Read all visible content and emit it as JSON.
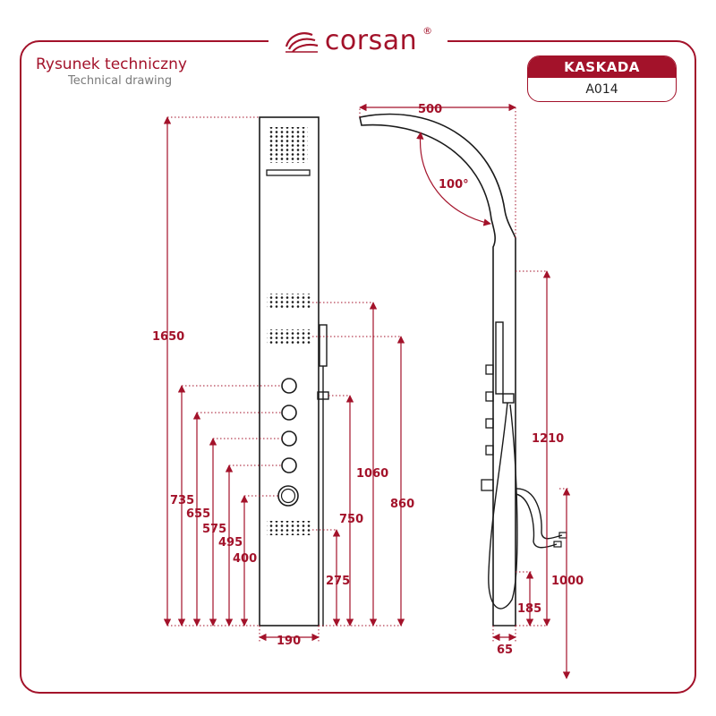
{
  "brand": {
    "name": "corsan",
    "reg_mark": "®"
  },
  "title": {
    "pl": "Rysunek techniczny",
    "en": "Technical drawing"
  },
  "model": {
    "name": "KASKADA",
    "code": "A014"
  },
  "dimensions": {
    "d1650": "1650",
    "d735": "735",
    "d655": "655",
    "d575": "575",
    "d495": "495",
    "d400": "400",
    "d275": "275",
    "d750": "750",
    "d1060": "1060",
    "d860": "860",
    "d190": "190",
    "d500": "500",
    "angle100": "100°",
    "d1210": "1210",
    "d1000": "1000",
    "d185": "185",
    "d65": "65"
  },
  "colors": {
    "accent": "#a3122a",
    "line": "#1a1a1a",
    "text_muted": "#7a7a7a"
  }
}
